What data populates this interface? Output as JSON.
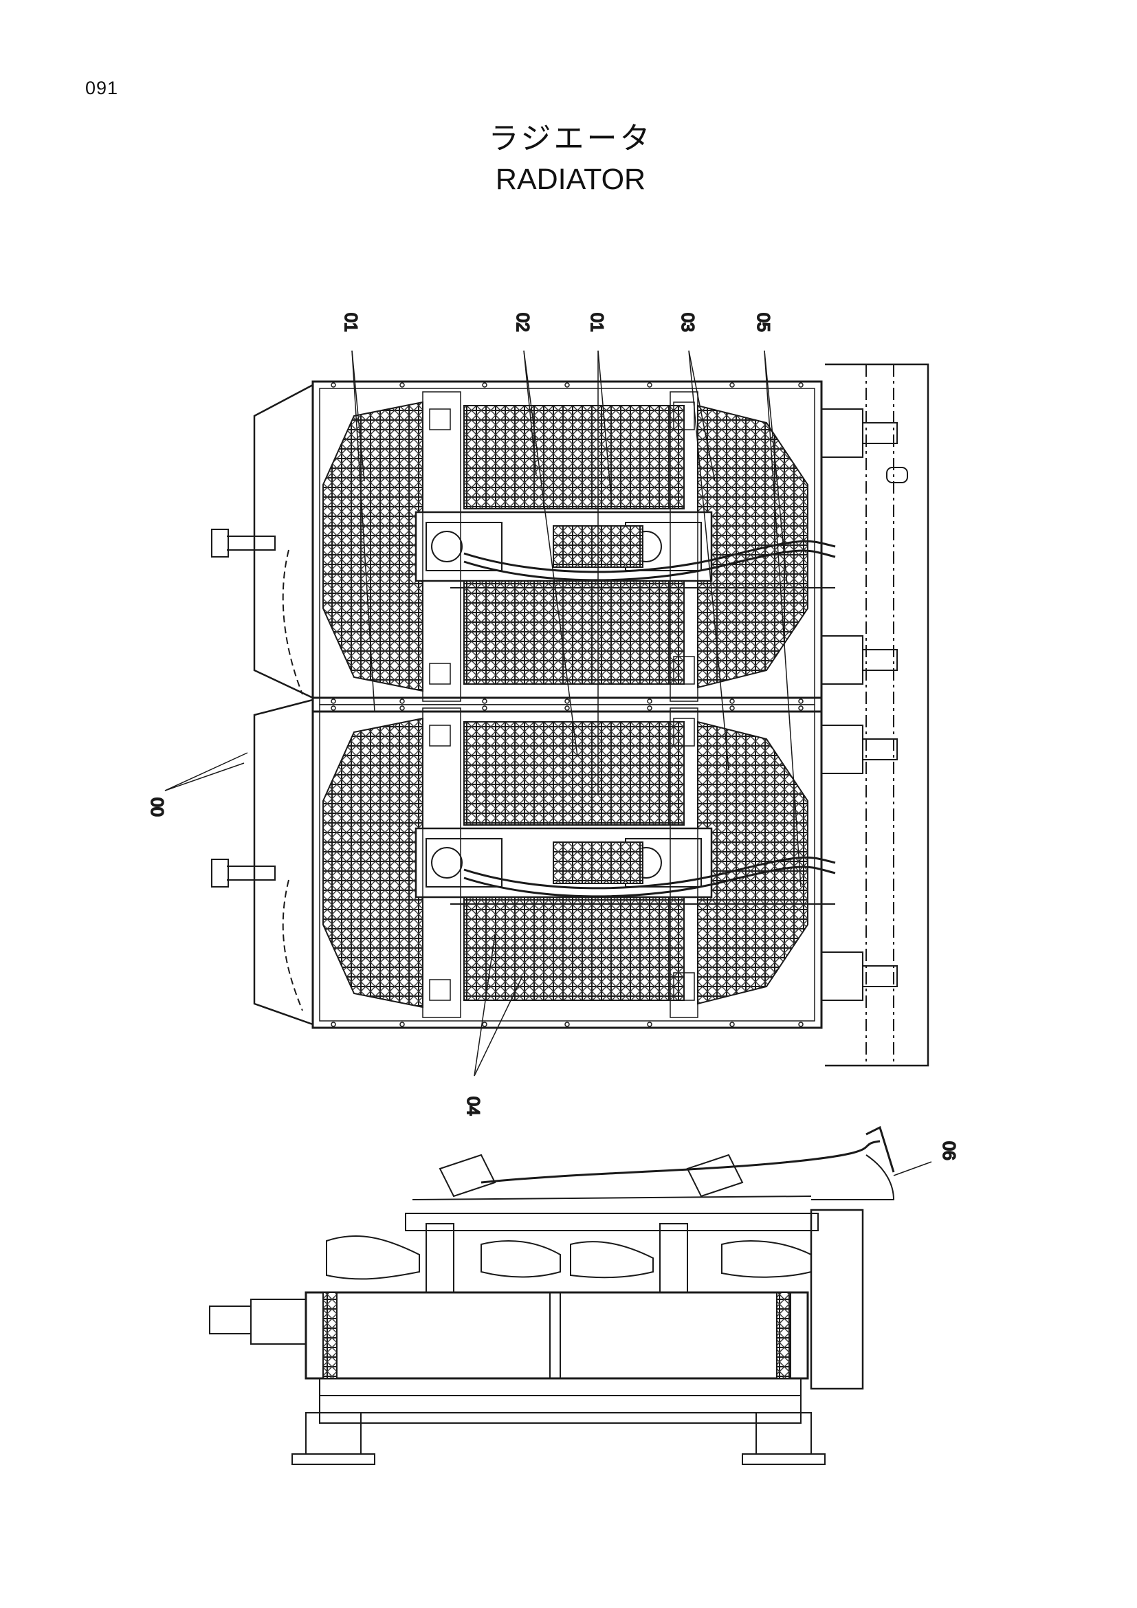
{
  "page": {
    "number": "091"
  },
  "title": {
    "japanese": "ラジエータ",
    "english": "RADIATOR"
  },
  "callouts": {
    "c00": "00",
    "c01a": "01",
    "c02": "02",
    "c01b": "01",
    "c03": "03",
    "c05": "05",
    "c04": "04",
    "c06": "06"
  }
}
